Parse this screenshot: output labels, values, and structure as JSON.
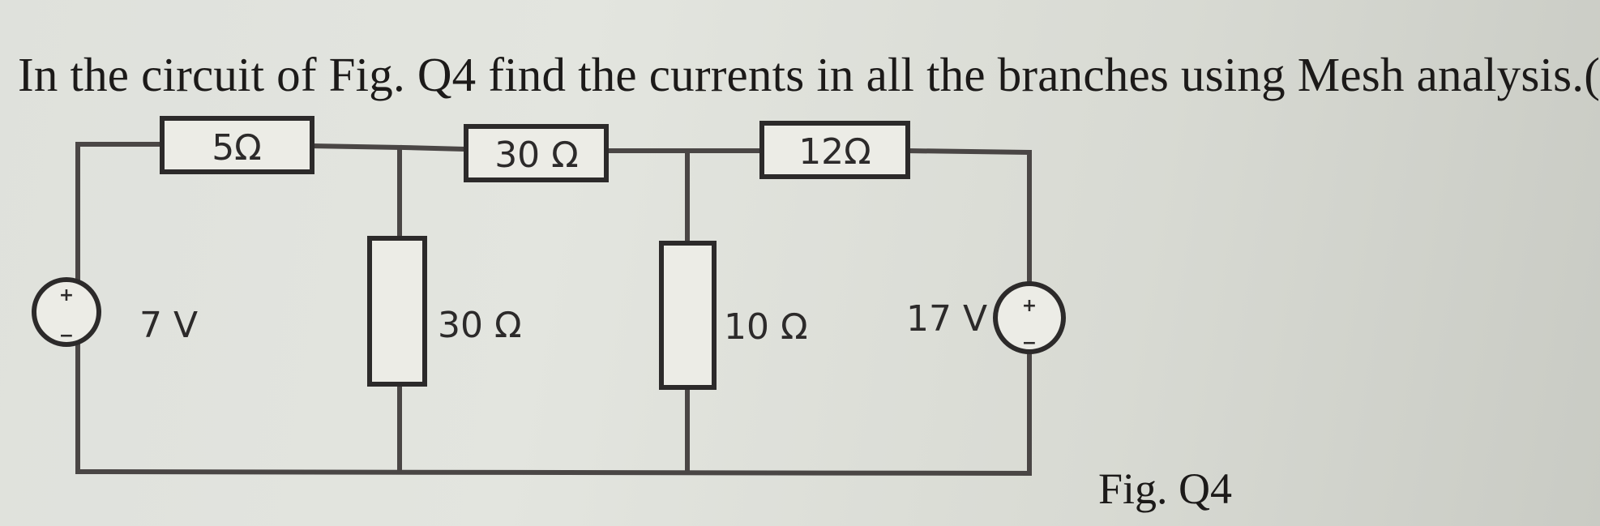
{
  "question": "In the circuit of Fig. Q4 find the currents in all the branches using Mesh analysis.(",
  "figure_caption": "Fig. Q4",
  "resistors": {
    "r_top_left": "5Ω",
    "r_top_middle": "30 Ω",
    "r_top_right": "12Ω",
    "r_shunt_left": "30 Ω",
    "r_shunt_right": "10 Ω"
  },
  "sources": {
    "left": {
      "label": "7 V",
      "plus": "+",
      "minus": "−"
    },
    "right": {
      "label": "17 V",
      "plus": "+",
      "minus": "−"
    }
  }
}
